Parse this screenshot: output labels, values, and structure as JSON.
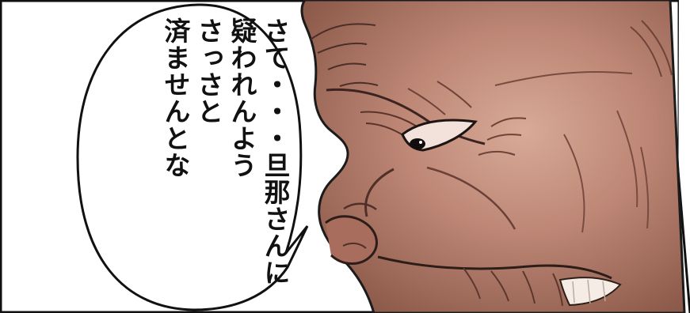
{
  "speech_bubble": {
    "lines": [
      "さて・・・旦那さんに",
      "疑われんよう",
      "さっさと",
      "済ませんとな"
    ]
  },
  "colors": {
    "skin_base": "#b9826f",
    "skin_shadow": "#8c5a4a",
    "skin_highlight": "#d7a694",
    "outline": "#1a1a1a",
    "panel_white": "#ffffff"
  }
}
